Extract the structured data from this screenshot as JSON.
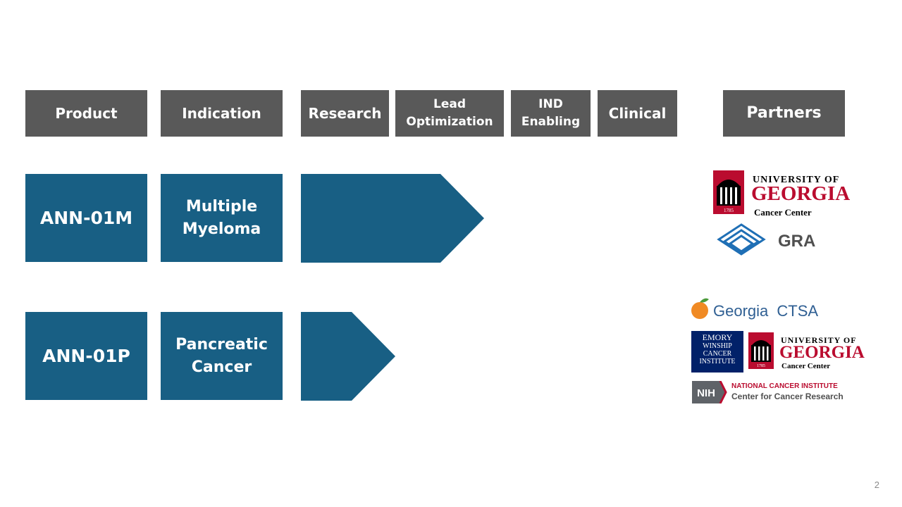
{
  "headers": {
    "product": "Product",
    "indication": "Indication",
    "research": "Research",
    "lead_optimization": "Lead\nOptimization",
    "ind_enabling": "IND\nEnabling",
    "clinical": "Clinical",
    "partners": "Partners"
  },
  "rows": [
    {
      "product": "ANN-01M",
      "indication": "Multiple\nMyeloma"
    },
    {
      "product": "ANN-01P",
      "indication": "Pancreatic\nCancer"
    }
  ],
  "logos": {
    "uga_line1": "UNIVERSITY OF",
    "uga_line2": "GEORGIA",
    "uga_line3": "Cancer Center",
    "uga_year": "1785",
    "gra": "GRA",
    "georgia_ctsa_1": "Georgia",
    "georgia_ctsa_2": "CTSA",
    "emory_1": "EMORY",
    "emory_2": "WINSHIP",
    "emory_3": "CANCER",
    "emory_4": "INSTITUTE",
    "nih_badge": "NIH",
    "nci_1": "NATIONAL CANCER INSTITUTE",
    "nci_2": "Center for Cancer Research"
  },
  "colors": {
    "header_bg": "#595959",
    "cell_bg": "#185f84",
    "uga_red": "#ba0c2f",
    "gra_blue": "#1f6fb5",
    "emory_blue": "#012169"
  },
  "page_number": "2"
}
